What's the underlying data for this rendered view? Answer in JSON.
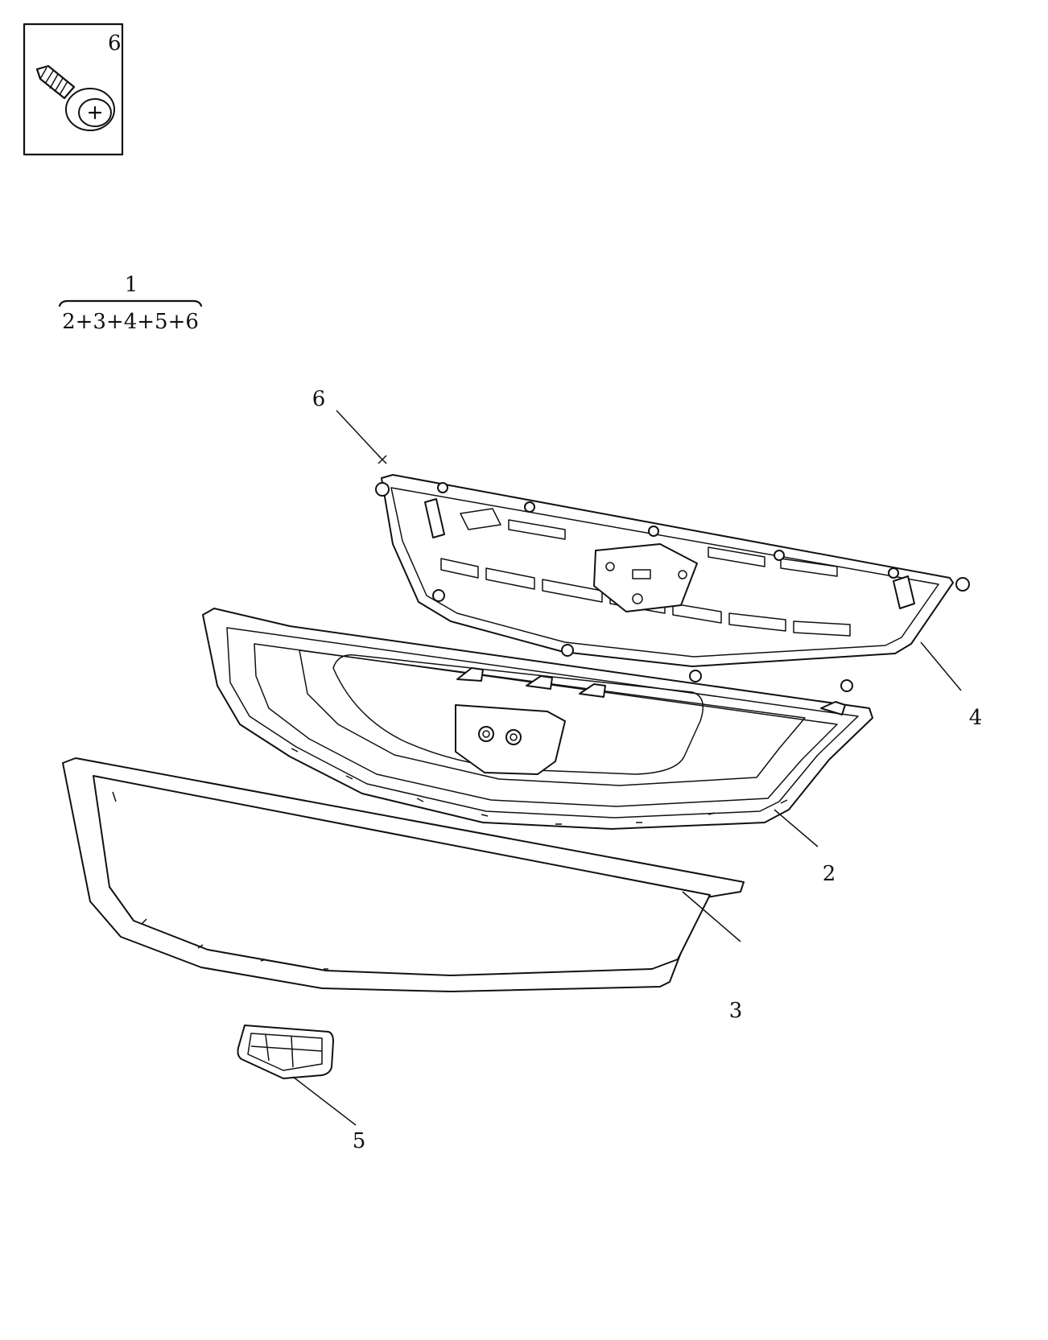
{
  "inset": {
    "callout": "6"
  },
  "assembly": {
    "parent": "1",
    "children": "2+3+4+5+6"
  },
  "callouts": [
    {
      "id": "6",
      "part": "screw"
    },
    {
      "id": "4",
      "part": "grille bracket"
    },
    {
      "id": "2",
      "part": "grille"
    },
    {
      "id": "3",
      "part": "grille trim frame"
    },
    {
      "id": "5",
      "part": "emblem"
    }
  ]
}
